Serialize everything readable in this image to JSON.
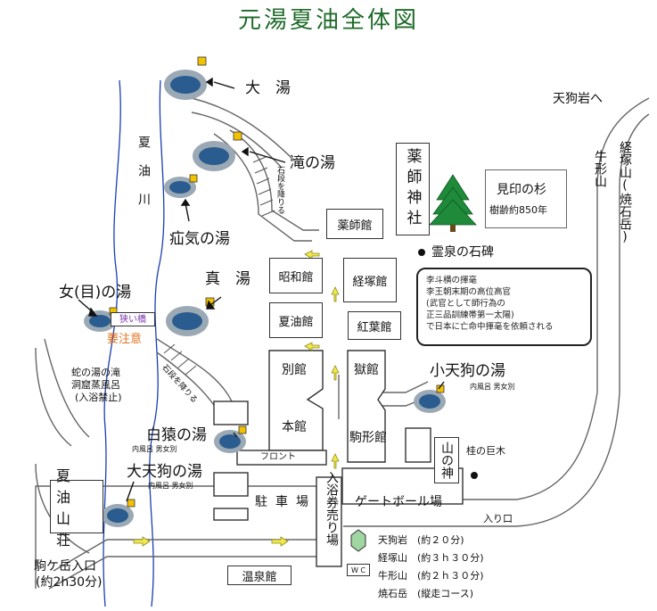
{
  "title": "元湯夏油全体図",
  "baths": {
    "oyu": "大　湯",
    "takinoyu": "滝の湯",
    "kikinoyu": "疝気の湯",
    "mayu": "真　湯",
    "onnanoyu": "女(目)の湯",
    "hebinoyu_line1": "蛇の湯の滝",
    "hebinoyu_line2": "洞窟蒸風呂",
    "hebinoyu_line3": "(入浴禁止)",
    "kotengu": "小天狗の湯",
    "kotengu_sub": "内風呂 男女別",
    "hakuen": "白猿の湯",
    "hakuen_sub": "内風呂 男女別",
    "otengu": "大天狗の湯",
    "otengu_sub": "内風呂 男女別"
  },
  "river": "夏油川",
  "steps_upper": "石段を降りる",
  "steps_lower": "石段を降りる",
  "bridge": "狭い橋",
  "caution": "要注意",
  "buildings": {
    "yakushikan": "薬師館",
    "showakan": "昭和館",
    "kyozukakan": "経塚館",
    "getokan": "夏油館",
    "koyokan": "紅葉館",
    "bekkan": "別館",
    "gokukan": "獄館",
    "honkan": "本館",
    "komagatakan": "駒形館",
    "front": "フロント",
    "getosanso": "夏油山荘",
    "onsenkan": "温泉館",
    "wc": "W C"
  },
  "shrines": {
    "yakushi": "薬師神社",
    "yama": "山の神"
  },
  "landmarks": {
    "reisen": "霊泉の石碑",
    "katsura": "桂の巨木",
    "sugi_title": "見印の杉",
    "sugi_age": "樹齢約850年",
    "parking": "駐車場",
    "gateball": "ゲートボール場",
    "ticket": "入浴券売り場",
    "entrance": "入り口"
  },
  "note": {
    "line1": "李斗横の揮毫",
    "line2": "李王朝末期の高位高官",
    "line3": "(武官として師行為の",
    "line4": "正三品訓練帯第一太陽)",
    "line5": "で日本に亡命中揮毫を依頼される"
  },
  "trails": {
    "tenguiwa": "天狗岩へ",
    "ushigata": "牛形山",
    "kyozuka": "経塚山(焼石岳)",
    "komagatake_line1": "駒ケ岳入口",
    "komagatake_line2": "(約2h30分)"
  },
  "legend": {
    "line1": "天狗岩　(約２０分)",
    "line2": "経塚山　(約３ｈ３０分)",
    "line3": "牛形山　(約２ｈ３０分)",
    "line4": "焼石岳　(縦走コース)"
  },
  "colors": {
    "title": "#1f6b2a",
    "river": "#1a3fae",
    "arrow_fill": "#f2e84a",
    "tree": "#1e8a3a",
    "caution": "#e5711e",
    "bridge_text": "#7b3ab0",
    "pool": "#2a5c8f",
    "hexagon": "#9fd6a2"
  }
}
